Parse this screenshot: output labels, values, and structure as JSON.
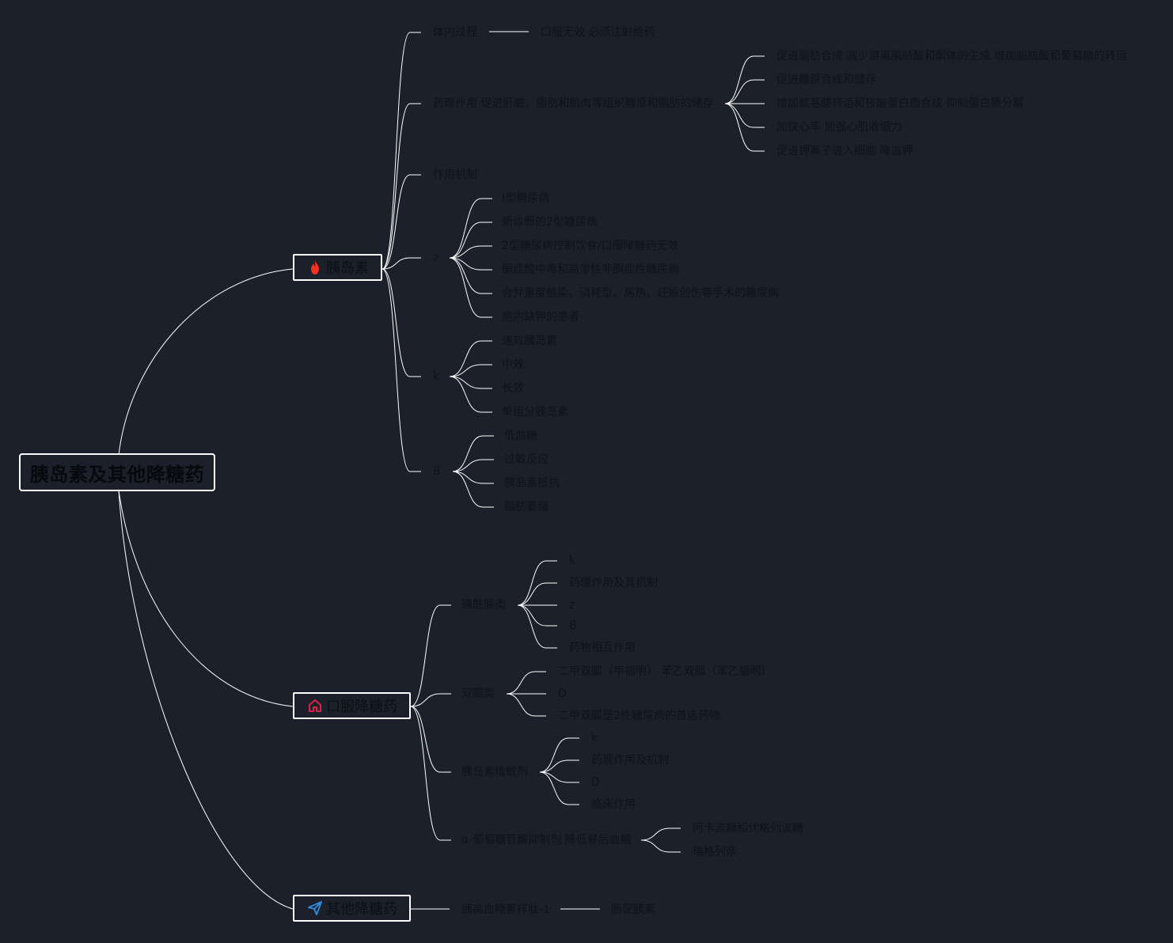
{
  "root": {
    "label": "胰岛素及其他降糖药"
  },
  "insulin": {
    "label": "胰岛素",
    "icon": "fire-icon",
    "icon_color": "#f0321e",
    "in_vivo": {
      "label": "体内过程",
      "detail": "口服无效 必须注射给药"
    },
    "pharmacology": {
      "label": "药理作用 促进肝脏、脂肪和肌肉等组织糖原和脂肪的储存",
      "items": [
        "促进脂肪合成 减少游离脂肪酸和酮体的生成 增加脂肪酸和葡萄糖的转运",
        "促进糖原合成和储存",
        "增加氨基酸转运和核酸蛋白质合成 抑制蛋白质分解",
        "加快心率 加强心肌收缩力",
        "促进钾离子进入细胞 降血钾"
      ]
    },
    "mechanism": {
      "label": "作用机制"
    },
    "z": {
      "label": "z",
      "items": [
        "I型糖尿病",
        "新诊断的2型糖尿病",
        "2型糖尿病控制饮食/口服降糖药无效",
        "酮症酸中毒和高渗性非酮症性糖尿病",
        "合并重度感染、消耗型、高热、妊娠创伤等手术的糖尿病",
        "胞内缺钾的患者"
      ]
    },
    "k": {
      "label": "k",
      "items": [
        "速效胰岛素",
        "中效",
        "长效",
        "单组分胰岛素"
      ]
    },
    "b": {
      "label": "B",
      "items": [
        "低血糖",
        "过敏反应",
        "胰岛素抵抗",
        "脂肪萎缩"
      ]
    }
  },
  "oral": {
    "label": "口服降糖药",
    "icon": "home-icon",
    "icon_color": "#d9234a",
    "sulfonylurea": {
      "label": "磺酰脲类",
      "items": [
        "k",
        "药理作用及其机制",
        "z",
        "B",
        "药物相互作用"
      ]
    },
    "biguanide": {
      "label": "双胍类",
      "items": [
        "二甲双胍（甲福明） 苯乙双胍（苯乙福明）",
        "D",
        "二甲双胍是2性糖尿病的首选药物"
      ]
    },
    "sensitizer": {
      "label": "胰岛素增敏剂",
      "items": [
        "k",
        "药理作用及机制",
        "D",
        "临床作用"
      ]
    },
    "alpha": {
      "label": "α-葡萄糖苷酶抑制剂 降低餐后血糖",
      "items": [
        "阿卡波糖和伏格列波糖",
        "瑞格列奈"
      ]
    }
  },
  "other": {
    "label": "其他降糖药",
    "icon": "send-icon",
    "icon_color": "#2e8ede",
    "glp": {
      "label": "胰高血糖素样肽-1",
      "detail": "肠促胰素"
    }
  }
}
